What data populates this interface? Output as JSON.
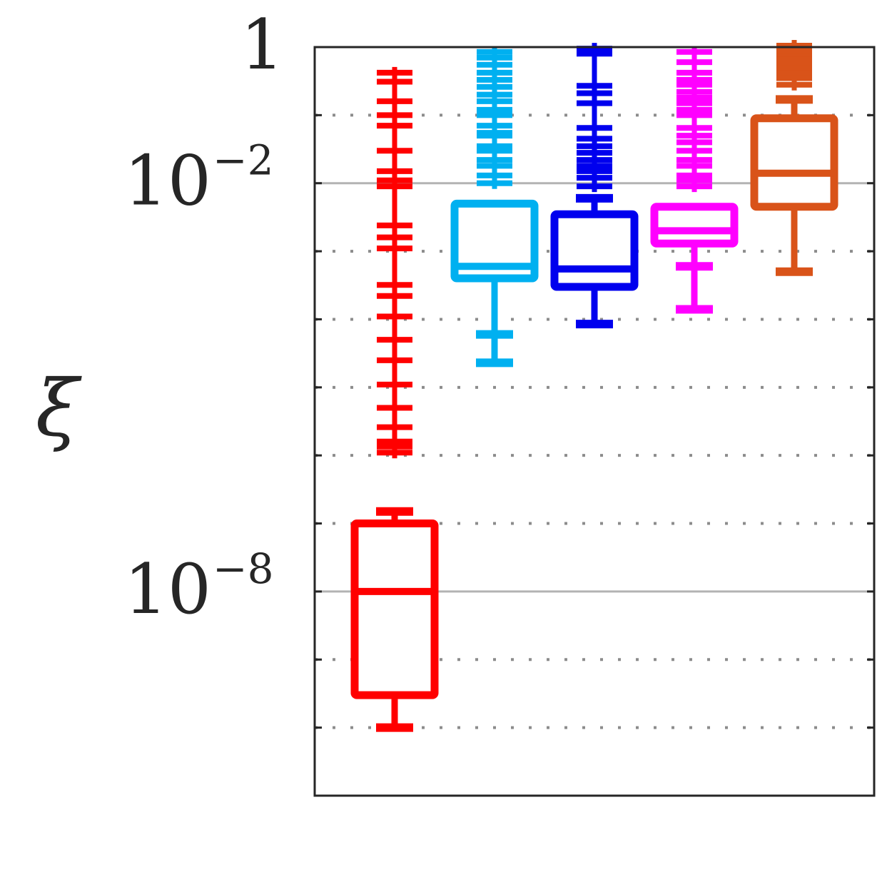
{
  "chart_data": {
    "type": "box",
    "ylabel": "ξ",
    "yscale": "log",
    "ylim": [
      1e-11,
      1
    ],
    "y_major_ticks": [
      {
        "value": 1,
        "base": "1",
        "exp": ""
      },
      {
        "value": 0.01,
        "base": "10",
        "exp": "−2"
      },
      {
        "value": 1e-08,
        "base": "10",
        "exp": "−8"
      }
    ],
    "grid": {
      "major": true,
      "minor_dotted": true
    },
    "colors": [
      "#ff0000",
      "#00b0f0",
      "#0000ee",
      "#ff00ff",
      "#d95319"
    ],
    "boxes": [
      {
        "color": "#ff0000",
        "whisker_low": 1e-10,
        "q1": 3e-10,
        "median": 1e-08,
        "q3": 1e-07,
        "whisker_high": 1.5e-07,
        "outliers": [
          1.1e-06,
          1.35e-06,
          1.6e-06,
          2.6e-06,
          5e-06,
          1.1e-05,
          2.5e-05,
          5e-05,
          0.00011,
          0.00022,
          0.00032,
          0.0011,
          0.0016,
          0.0024,
          0.009,
          0.011,
          0.015,
          0.03,
          0.07,
          0.1,
          0.16,
          0.31,
          0.42
        ]
      },
      {
        "color": "#00b0f0",
        "whisker_low": 2.3e-05,
        "q1": 0.0004,
        "median": 0.0006,
        "q3": 0.005,
        "whisker_high": 6e-05,
        "outliers": [
          0.01,
          0.013,
          0.018,
          0.022,
          0.03,
          0.035,
          0.05,
          0.055,
          0.07,
          0.1,
          0.12,
          0.16,
          0.2,
          0.26,
          0.33,
          0.42,
          0.55,
          0.7,
          0.85
        ]
      },
      {
        "color": "#0000ee",
        "whisker_low": 8.5e-05,
        "q1": 0.0003,
        "median": 0.00055,
        "q3": 0.0035,
        "whisker_high": 0.006,
        "outliers": [
          0.009,
          0.012,
          0.015,
          0.018,
          0.022,
          0.028,
          0.035,
          0.045,
          0.065,
          0.15,
          0.21,
          0.27,
          0.8,
          0.95
        ]
      },
      {
        "color": "#ff00ff",
        "whisker_low": 0.00014,
        "q1": 0.0013,
        "median": 0.002,
        "q3": 0.0045,
        "whisker_high": 0.0006,
        "outliers": [
          0.009,
          0.011,
          0.013,
          0.018,
          0.022,
          0.03,
          0.04,
          0.05,
          0.065,
          0.1,
          0.12,
          0.15,
          0.18,
          0.22,
          0.28,
          0.33,
          0.42,
          0.6,
          0.85
        ]
      },
      {
        "color": "#d95319",
        "whisker_low": 0.0005,
        "q1": 0.0045,
        "median": 0.014,
        "q3": 0.09,
        "whisker_high": 0.17,
        "outliers": [
          0.28,
          0.35,
          0.42,
          0.5,
          0.6,
          0.68,
          0.8,
          0.9,
          1.05
        ]
      }
    ]
  }
}
